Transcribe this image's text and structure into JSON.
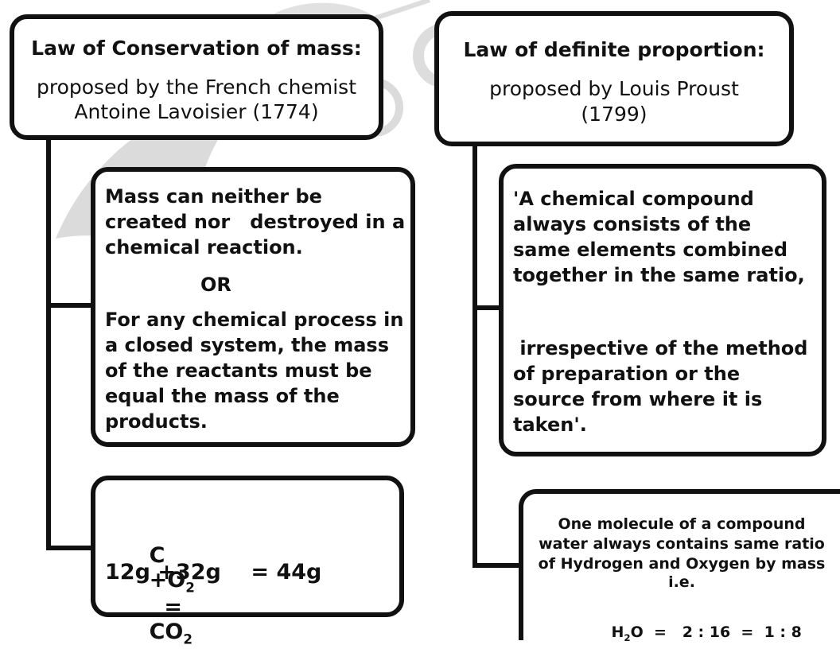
{
  "left": {
    "title": "Law of Conservation of mass:",
    "subtitle_line1": "proposed by the French chemist",
    "subtitle_line2": "Antoine Lavoisier (1774)",
    "statement_lines": [
      "Mass can neither be",
      "created nor   destroyed in a",
      "chemical reaction."
    ],
    "or_label": "OR",
    "alt_statement_lines": [
      "For any chemical process in",
      "a closed system, the mass",
      "of the reactants must be",
      "equal the mass of the",
      "products."
    ],
    "equation": {
      "c": "C",
      "plus": "+",
      "o": "O",
      "o_sub": "2",
      "equals": "=",
      "co": "CO",
      "co_sub": "2",
      "mass_line": "12g +32g    = 44g"
    }
  },
  "right": {
    "title": "Law of definite proportion:",
    "subtitle_line1": "proposed by Louis Proust",
    "subtitle_line2": "(1799)",
    "statement_lines": [
      "'A chemical compound",
      "always consists of the",
      "same elements combined",
      "together in the same ratio,"
    ],
    "statement2_lines": [
      " irrespective of the method",
      "of preparation or the",
      "source from where it is",
      "taken'."
    ],
    "example_lines": [
      "One molecule of a compound",
      "water always contains same ratio",
      "of Hydrogen and Oxygen by mass",
      "i.e."
    ],
    "formula": {
      "h": "H",
      "h_sub": "2",
      "rest": "O  =   2 : 16  =  1 : 8"
    }
  },
  "colors": {
    "ink": "#111111",
    "watermark": "#c8c8c8"
  }
}
